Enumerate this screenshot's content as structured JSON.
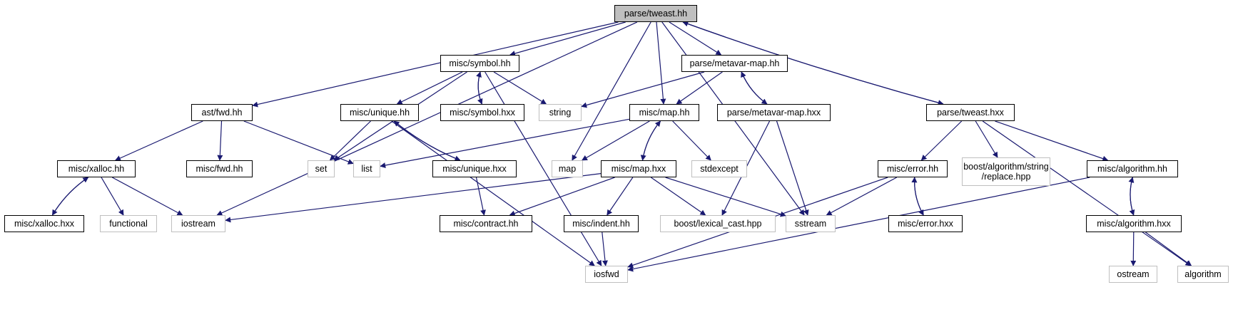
{
  "diagram": {
    "nodes": {
      "tweast_hh": "parse/tweast.hh",
      "symbol_hh": "misc/symbol.hh",
      "metavar_map_hh": "parse/metavar-map.hh",
      "ast_fwd_hh": "ast/fwd.hh",
      "unique_hh": "misc/unique.hh",
      "symbol_hxx": "misc/symbol.hxx",
      "string": "string",
      "map_hh": "misc/map.hh",
      "metavar_map_hxx": "parse/metavar-map.hxx",
      "tweast_hxx": "parse/tweast.hxx",
      "xalloc_hh": "misc/xalloc.hh",
      "misc_fwd_hh": "misc/fwd.hh",
      "set": "set",
      "list": "list",
      "unique_hxx": "misc/unique.hxx",
      "map": "map",
      "map_hxx": "misc/map.hxx",
      "stdexcept": "stdexcept",
      "error_hh": "misc/error.hh",
      "replace_hpp_line1": "boost/algorithm/string",
      "replace_hpp_line2": "/replace.hpp",
      "algorithm_hh": "misc/algorithm.hh",
      "xalloc_hxx": "misc/xalloc.hxx",
      "functional": "functional",
      "iostream": "iostream",
      "contract_hh": "misc/contract.hh",
      "indent_hh": "misc/indent.hh",
      "lexical_cast_hpp": "boost/lexical_cast.hpp",
      "sstream": "sstream",
      "error_hxx": "misc/error.hxx",
      "algorithm_hxx": "misc/algorithm.hxx",
      "iosfwd": "iosfwd",
      "ostream": "ostream",
      "algorithm": "algorithm"
    },
    "colors": {
      "edge": "#191970",
      "local_border": "#000000",
      "system_border": "#bfbfbf",
      "root_fill": "#bfbfbf"
    },
    "edges": [
      [
        "tweast_hh",
        "iostream"
      ],
      [
        "tweast_hh",
        "ast_fwd_hh"
      ],
      [
        "tweast_hh",
        "symbol_hh"
      ],
      [
        "tweast_hh",
        "map"
      ],
      [
        "tweast_hh",
        "map_hh"
      ],
      [
        "tweast_hh",
        "metavar_map_hh"
      ],
      [
        "tweast_hh",
        "sstream"
      ],
      [
        "tweast_hh",
        "tweast_hxx"
      ],
      [
        "tweast_hxx",
        "tweast_hh"
      ],
      [
        "symbol_hh",
        "set"
      ],
      [
        "symbol_hh",
        "iosfwd"
      ],
      [
        "symbol_hh",
        "unique_hh"
      ],
      [
        "symbol_hh",
        "symbol_hxx"
      ],
      [
        "symbol_hxx",
        "symbol_hh"
      ],
      [
        "symbol_hh",
        "string"
      ],
      [
        "metavar_map_hh",
        "string"
      ],
      [
        "metavar_map_hh",
        "map_hh"
      ],
      [
        "metavar_map_hh",
        "metavar_map_hxx"
      ],
      [
        "metavar_map_hxx",
        "metavar_map_hh"
      ],
      [
        "metavar_map_hxx",
        "lexical_cast_hpp"
      ],
      [
        "metavar_map_hxx",
        "sstream"
      ],
      [
        "ast_fwd_hh",
        "xalloc_hh"
      ],
      [
        "ast_fwd_hh",
        "misc_fwd_hh"
      ],
      [
        "ast_fwd_hh",
        "list"
      ],
      [
        "unique_hh",
        "set"
      ],
      [
        "unique_hh",
        "unique_hxx"
      ],
      [
        "unique_hxx",
        "unique_hh"
      ],
      [
        "unique_hh",
        "iosfwd"
      ],
      [
        "unique_hxx",
        "contract_hh"
      ],
      [
        "map_hh",
        "list"
      ],
      [
        "map_hh",
        "map"
      ],
      [
        "map_hh",
        "map_hxx"
      ],
      [
        "map_hxx",
        "map_hh"
      ],
      [
        "map_hh",
        "stdexcept"
      ],
      [
        "map_hxx",
        "iostream"
      ],
      [
        "map_hxx",
        "contract_hh"
      ],
      [
        "map_hxx",
        "indent_hh"
      ],
      [
        "map_hxx",
        "lexical_cast_hpp"
      ],
      [
        "map_hxx",
        "sstream"
      ],
      [
        "tweast_hxx",
        "error_hh"
      ],
      [
        "tweast_hxx",
        "replace_hpp"
      ],
      [
        "tweast_hxx",
        "algorithm_hh"
      ],
      [
        "tweast_hxx",
        "algorithm"
      ],
      [
        "xalloc_hh",
        "xalloc_hxx"
      ],
      [
        "xalloc_hxx",
        "xalloc_hh"
      ],
      [
        "xalloc_hh",
        "functional"
      ],
      [
        "xalloc_hh",
        "iostream"
      ],
      [
        "indent_hh",
        "iosfwd"
      ],
      [
        "error_hh",
        "sstream"
      ],
      [
        "error_hh",
        "error_hxx"
      ],
      [
        "error_hxx",
        "error_hh"
      ],
      [
        "error_hh",
        "iosfwd"
      ],
      [
        "algorithm_hh",
        "iosfwd"
      ],
      [
        "algorithm_hh",
        "algorithm_hxx"
      ],
      [
        "algorithm_hxx",
        "algorithm_hh"
      ],
      [
        "algorithm_hxx",
        "ostream"
      ],
      [
        "algorithm_hxx",
        "algorithm"
      ]
    ]
  }
}
